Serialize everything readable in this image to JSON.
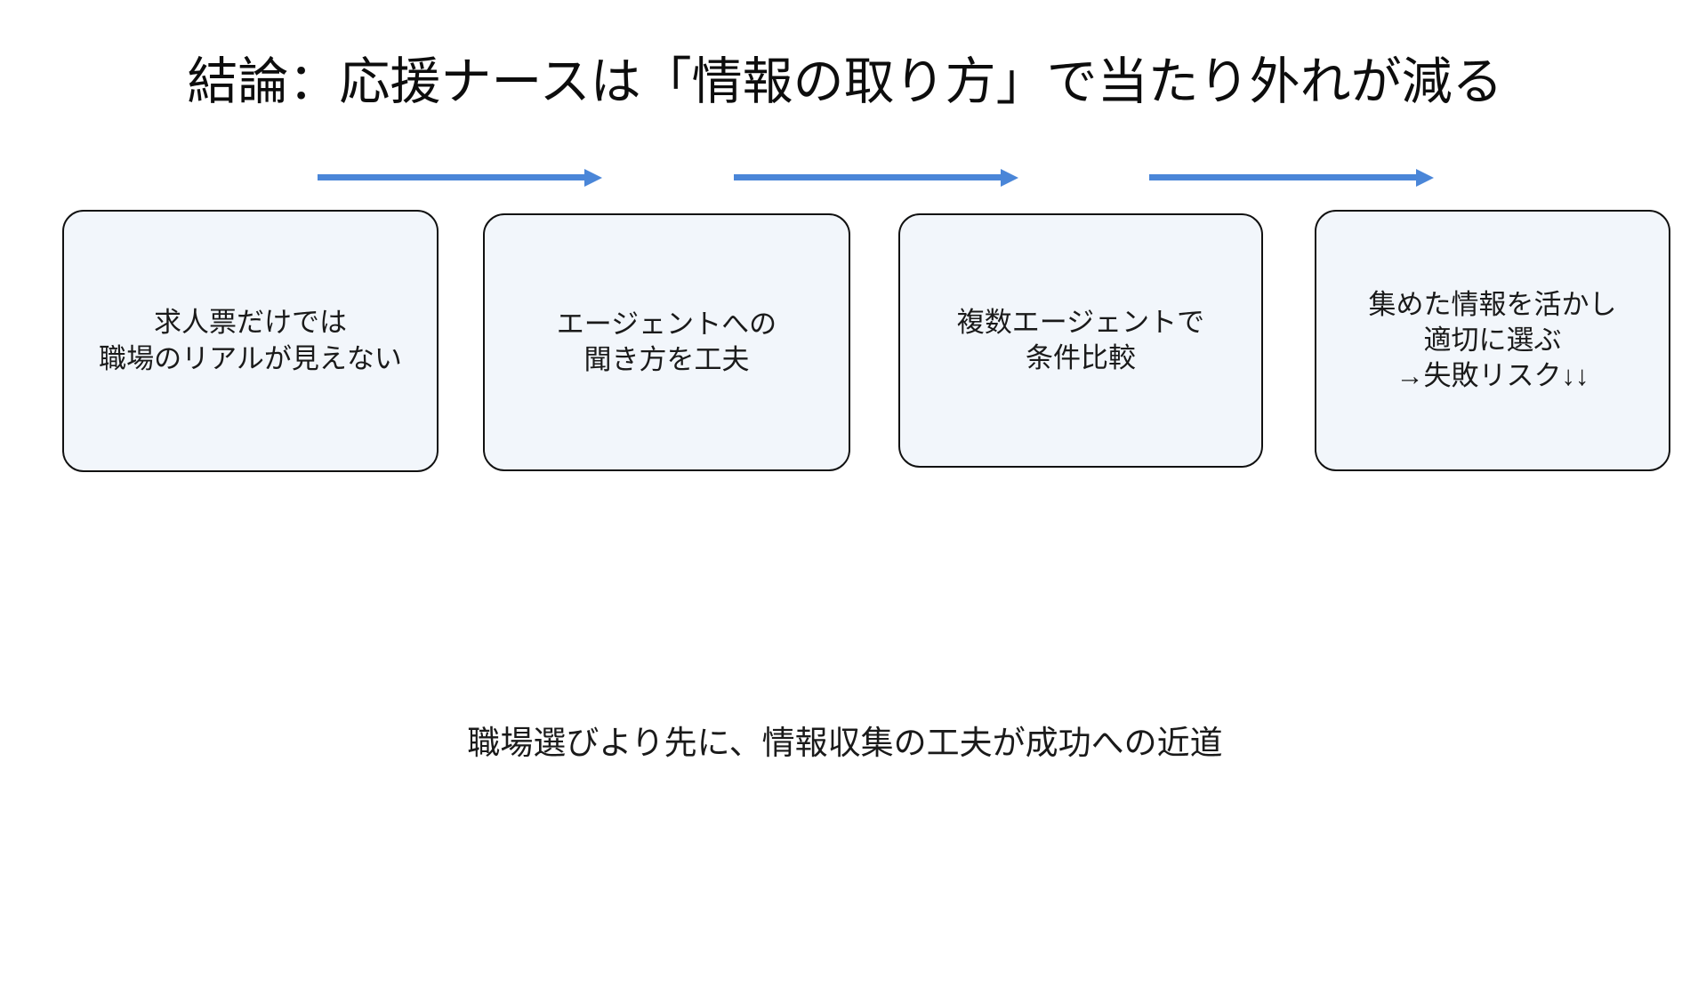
{
  "slide": {
    "title": "結論：応援ナースは「情報の取り方」で当たり外れが減る",
    "caption": "職場選びより先に、情報収集の工夫が成功への近道",
    "background_color": "#ffffff",
    "accent_color": "#4a86d8",
    "box_fill_color": "#f2f6fb",
    "box_border_color": "#111111",
    "text_color": "#1a1a1a"
  },
  "flow": {
    "steps": [
      {
        "id": "step-1",
        "lines": [
          "求人票だけでは",
          "職場のリアルが見えない"
        ],
        "text": "求人票だけでは\n職場のリアルが見えない"
      },
      {
        "id": "step-2",
        "lines": [
          "エージェントへの",
          "聞き方を工夫"
        ],
        "text": "エージェントへの\n聞き方を工夫"
      },
      {
        "id": "step-3",
        "lines": [
          "複数エージェントで",
          "条件比較"
        ],
        "text": "複数エージェントで\n条件比較"
      },
      {
        "id": "step-4",
        "lines": [
          "集めた情報を活かし",
          "適切に選ぶ",
          "→失敗リスク↓↓"
        ],
        "text": "集めた情報を活かし\n適切に選ぶ\n→失敗リスク↓↓"
      }
    ],
    "connectors": [
      {
        "id": "arrow-1",
        "icon": "arrow-right-icon"
      },
      {
        "id": "arrow-2",
        "icon": "arrow-right-icon"
      },
      {
        "id": "arrow-3",
        "icon": "arrow-right-icon"
      }
    ]
  }
}
